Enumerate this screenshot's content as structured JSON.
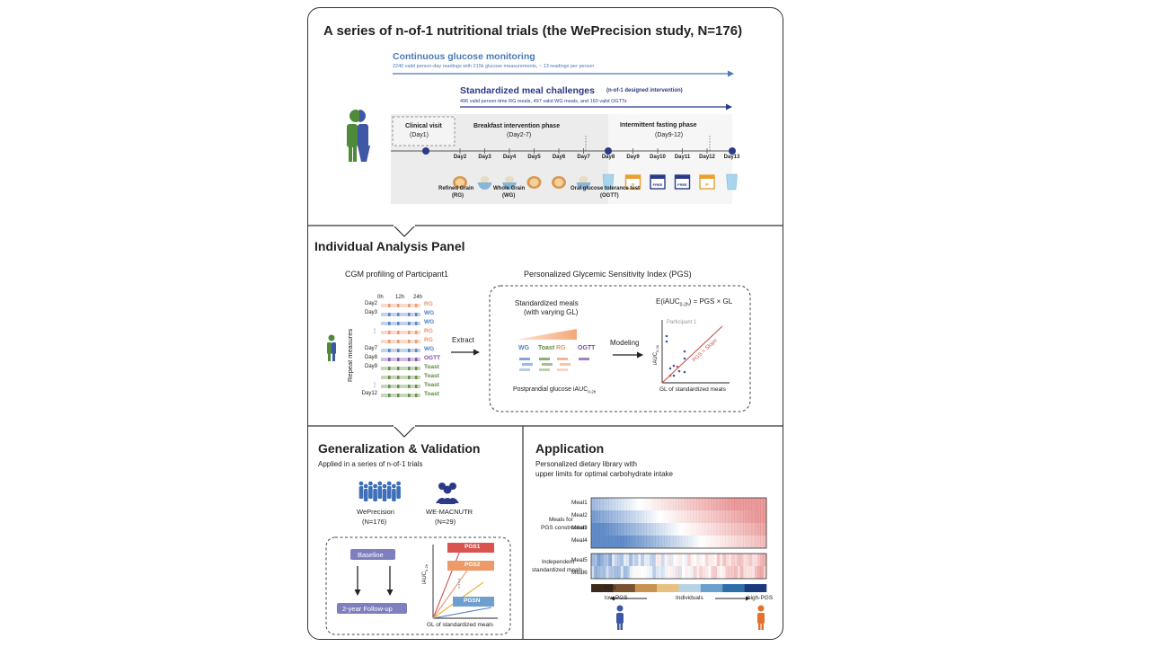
{
  "title": "A series of n-of-1 nutritional trials (the WePrecision study, N=176)",
  "cgm": {
    "title": "Continuous glucose monitoring",
    "subtitle": "2240 valid person-day readings with 215k glucose measurements, ~ 13 readings per person"
  },
  "smc": {
    "title": "Standardized meal challenges",
    "tag": "(n-of-1 designed intervention)",
    "subtitle": "496 valid person-time RG meals, 497 valid WG meals, and 160 valid OGTTs"
  },
  "timeline": {
    "clinical_visit": "Clinical visit",
    "clinical_day": "(Day1)",
    "breakfast_phase": "Breakfast intervention phase",
    "breakfast_days": "(Day2-7)",
    "fasting_phase": "Intermittent fasting phase",
    "fasting_days": "(Day9-12)",
    "days": [
      "Day2",
      "Day3",
      "Day4",
      "Day5",
      "Day6",
      "Day7",
      "Day8",
      "Day9",
      "Day10",
      "Day11",
      "Day12",
      "Day13"
    ],
    "rg_label": "Refined Grain",
    "rg_abbr": "(RG)",
    "wg_label": "Whole Grain",
    "wg_abbr": "(WG)",
    "ogtt_label": "Oral glucose tolerance test",
    "ogtt_abbr": "(OGTT)",
    "if_badge": "IF",
    "free_badge": "FREE"
  },
  "panel2": {
    "title": "Individual Analysis Panel",
    "cgm_profile": "CGM profiling of Participant1",
    "pgs_title": "Personalized Glycemic Sensitivity Index (PGS)",
    "hours": [
      "0h",
      "12h",
      "24h"
    ],
    "repeat": "Repeat measures",
    "rows": [
      {
        "day": "Day2",
        "label": "RG",
        "color": "#e8956b"
      },
      {
        "day": "Day3",
        "label": "WG",
        "color": "#4f7fc4"
      },
      {
        "day": "",
        "label": "WG",
        "color": "#4f7fc4"
      },
      {
        "day": "⋮",
        "label": "RG",
        "color": "#e8956b"
      },
      {
        "day": "",
        "label": "RG",
        "color": "#e8956b"
      },
      {
        "day": "Day7",
        "label": "WG",
        "color": "#4f7fc4"
      },
      {
        "day": "Day8",
        "label": "OGTT",
        "color": "#7a4aa8"
      },
      {
        "day": "Day9",
        "label": "Toast",
        "color": "#5c8a3c"
      },
      {
        "day": "",
        "label": "Toast",
        "color": "#5c8a3c"
      },
      {
        "day": "⋮",
        "label": "Toast",
        "color": "#5c8a3c"
      },
      {
        "day": "Day12",
        "label": "Toast",
        "color": "#5c8a3c"
      }
    ],
    "extract": "Extract",
    "std_meals": "Standardized meals",
    "varying_gl": "(with varying GL)",
    "meal_labels": [
      "WG",
      "Toast",
      "RG",
      "OGTT"
    ],
    "postprandial": "Postprandial glucose iAUC",
    "postprandial_sub": "0-2h",
    "modeling": "Modeling",
    "equation_pre": "E(iAUC",
    "equation_sub": "0-2h",
    "equation_post": ") = PGS × GL",
    "participant": "Participant 1",
    "yaxis": "iAUC",
    "yaxis_sub": "0-2h",
    "slope_label": "PGS = Slope",
    "xaxis": "GL of standardized meals"
  },
  "panel3": {
    "title": "Generalization & Validation",
    "subtitle": "Applied in a series of n-of-1 trials",
    "cohort1": "WePrecision",
    "cohort1_n": "(N=176)",
    "cohort2": "WE-MACNUTR",
    "cohort2_n": "(N=29)",
    "baseline": "Baseline",
    "followup": "2-year Follow-up",
    "pgs1": "PGS1",
    "pgs2": "PGS2",
    "pgsn": "PGSN",
    "yaxis": "iAUC",
    "yaxis_sub": "0-2h",
    "xaxis": "GL of standardized meals"
  },
  "panel4": {
    "title": "Application",
    "subtitle1": "Personalized dietary library with",
    "subtitle2": "upper limits for optimal carbohydrate intake",
    "group1": [
      "Meals for",
      "PGS construction"
    ],
    "group2": [
      "Independent",
      "standardized meals"
    ],
    "meals": [
      "Meal1",
      "Meal2",
      "Meal3",
      "Meal4",
      "Meal5",
      "Meal6"
    ],
    "pgs": "PGS",
    "low": "low-PGS",
    "individuals": "Individuals",
    "high": "high-PGS",
    "pgs_colors": [
      "#3b2a1a",
      "#7a5230",
      "#c89250",
      "#e8c080",
      "#b9d3e6",
      "#6aa0cc",
      "#2f6fa8",
      "#1a3b7a"
    ]
  },
  "colors": {
    "cgm_blue": "#4a78b8",
    "smc_navy": "#2b3a86",
    "rg": "#e8956b",
    "wg": "#4f7fc4",
    "ogtt": "#7a4aa8",
    "toast": "#5c8a3c"
  }
}
